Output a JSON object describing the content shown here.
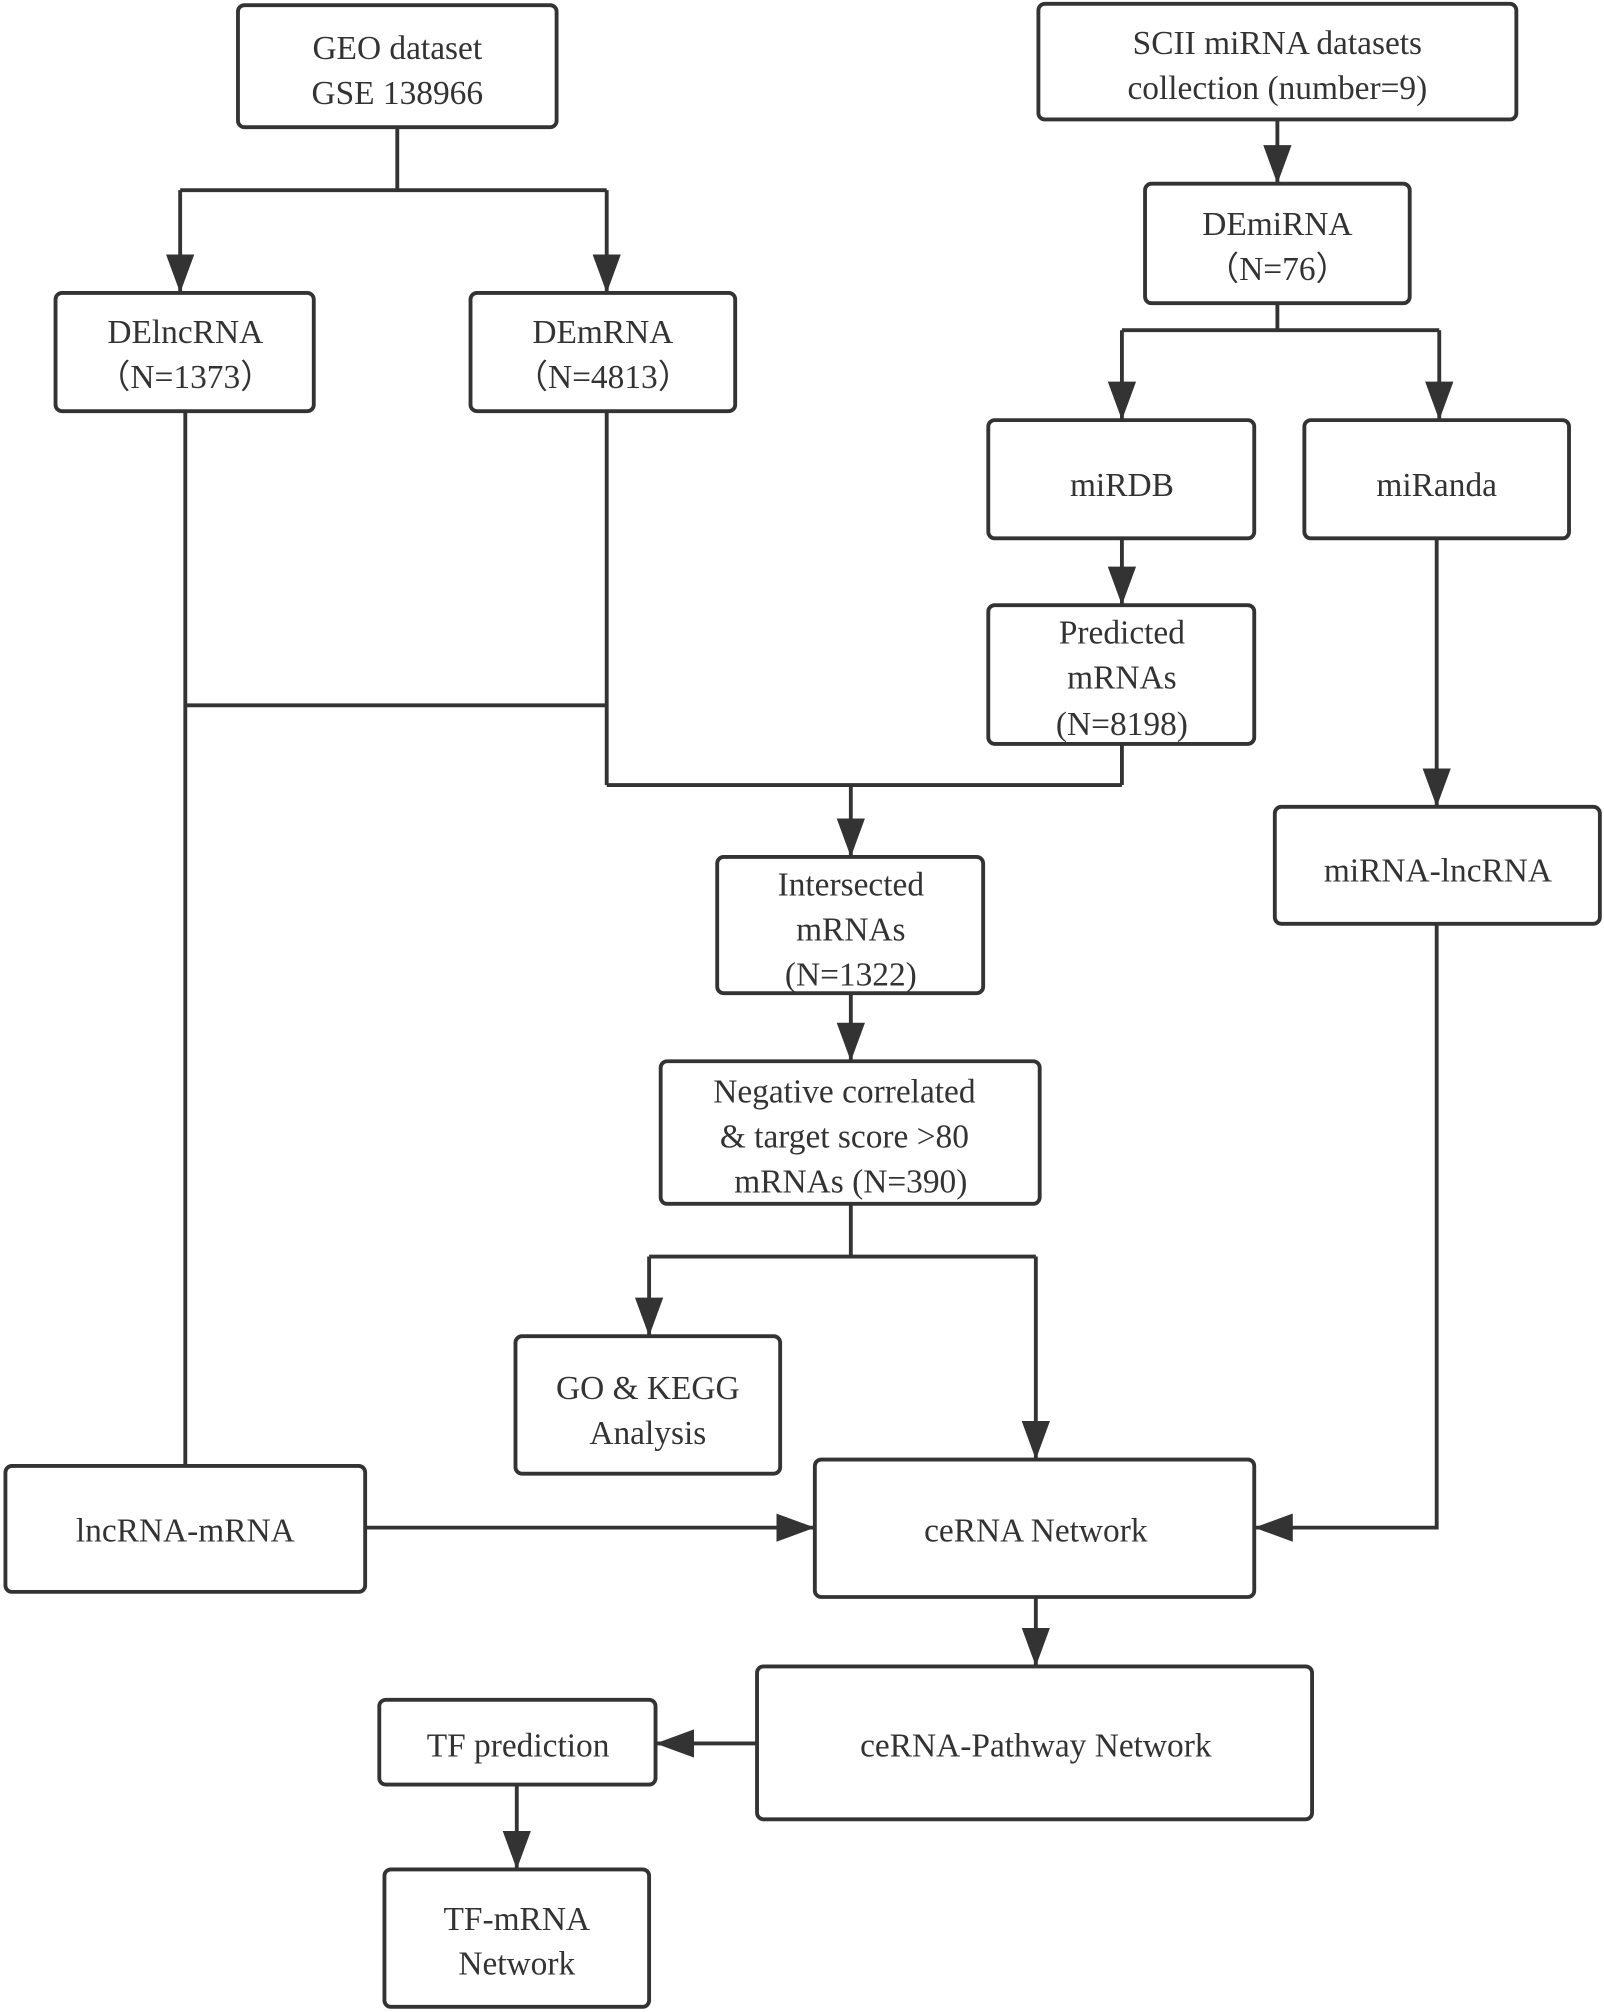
{
  "colors": {
    "background": "#ffffff",
    "stroke": "#333333",
    "text": "#333333"
  },
  "nodes": {
    "geo": {
      "lines": [
        "GEO dataset",
        "GSE 138966"
      ]
    },
    "scii": {
      "lines": [
        "SCII miRNA datasets",
        "collection (number=9)"
      ]
    },
    "demirna": {
      "lines": [
        "DEmiRNA",
        "（N=76）"
      ]
    },
    "delncrna": {
      "lines": [
        "DElncRNA",
        "（N=1373）"
      ]
    },
    "demrna": {
      "lines": [
        "DEmRNA",
        "（N=4813）"
      ]
    },
    "mirdb": {
      "lines": [
        "miRDB"
      ]
    },
    "miranda": {
      "lines": [
        "miRanda"
      ]
    },
    "predicted": {
      "lines": [
        "Predicted",
        "mRNAs",
        "(N=8198)"
      ]
    },
    "mirna_lncrna": {
      "lines": [
        "miRNA-lncRNA"
      ]
    },
    "intersected": {
      "lines": [
        "Intersected",
        "mRNAs",
        "(N=1322)"
      ]
    },
    "negative": {
      "lines": [
        "Negative correlated",
        "& target score >80",
        "mRNAs (N=390)"
      ]
    },
    "go_kegg": {
      "lines": [
        "GO & KEGG",
        "Analysis"
      ]
    },
    "lncrna_mrna": {
      "lines": [
        "lncRNA-mRNA"
      ]
    },
    "cerna": {
      "lines": [
        "ceRNA Network"
      ]
    },
    "cerna_pathway": {
      "lines": [
        "ceRNA-Pathway Network"
      ]
    },
    "tf_prediction": {
      "lines": [
        "TF prediction"
      ]
    },
    "tf_mrna": {
      "lines": [
        "TF-mRNA",
        "Network"
      ]
    }
  }
}
